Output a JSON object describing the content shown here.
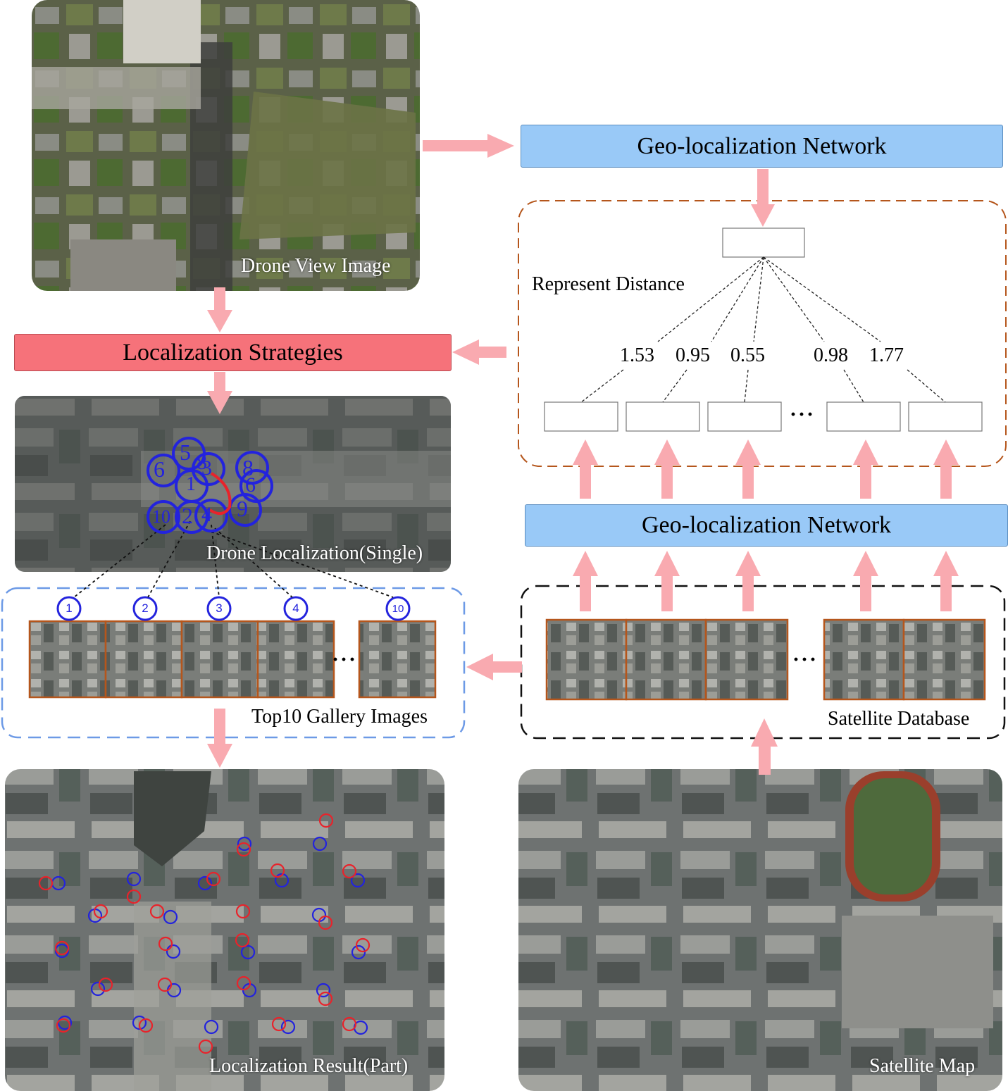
{
  "photos": {
    "drone_view_label": "Drone View Image",
    "drone_localization_label": "Drone Localization(Single)",
    "localization_result_label": "Localization Result(Part)",
    "satellite_map_label": "Satellite Map"
  },
  "boxes": {
    "geo_network_top": "Geo-localization Network",
    "geo_network_bottom": "Geo-localization Network",
    "localization_strategies": "Localization Strategies"
  },
  "groups": {
    "represent_distance": "Represent Distance",
    "top10_gallery": "Top10 Gallery Images",
    "satellite_database": "Satellite Database"
  },
  "distances": [
    "1.53",
    "0.95",
    "0.55",
    "0.98",
    "1.77"
  ],
  "ellipsis": "···",
  "gallery_ranks": [
    "1",
    "2",
    "3",
    "4",
    "10"
  ],
  "single_markers": [
    "5",
    "6",
    "8",
    "3",
    "8",
    "6",
    "1",
    "9",
    "10",
    "2",
    "4"
  ],
  "colors": {
    "arrow": "#f9aab0",
    "network_fill": "#99c9f7",
    "strategy_fill": "#f6727a",
    "distance_group_border": "#b5561c",
    "gallery_group_border": "#6d9ae6",
    "thumb_border": "#b5561c",
    "marker_blue": "#2323dd",
    "marker_red": "#e8232b"
  }
}
